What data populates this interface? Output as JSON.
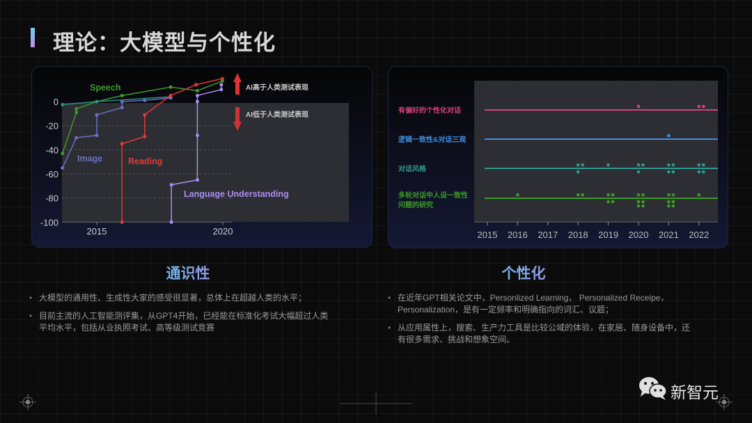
{
  "title": "理论：大模型与个性化",
  "left_chart": {
    "type": "line",
    "yticks": [
      "0",
      "-20",
      "-40",
      "-60",
      "-80",
      "-100"
    ],
    "ytick_values": [
      0,
      -20,
      -40,
      -60,
      -80,
      -100
    ],
    "xticks": [
      "2015",
      "2020"
    ],
    "xtick_values": [
      2015,
      2020
    ],
    "xlim": [
      2013.64,
      2020.3
    ],
    "ylim": [
      -100,
      20
    ],
    "annotations": {
      "above": "AI高于人类测试表现",
      "below": "AI低于人类测试表现"
    },
    "series": [
      {
        "name": "Speech",
        "color": "#3f9a2a",
        "points": [
          [
            2013.64,
            -43
          ],
          [
            2014.19,
            -9
          ],
          [
            2014.19,
            -6
          ],
          [
            2015,
            0
          ],
          [
            2016,
            5
          ],
          [
            2017.93,
            12
          ],
          [
            2018.99,
            9
          ],
          [
            2019.98,
            17
          ]
        ]
      },
      {
        "name": "",
        "color": "#2f8f86",
        "points": [
          [
            2013.64,
            -2.5
          ],
          [
            2015,
            0
          ],
          [
            2017.93,
            4
          ]
        ]
      },
      {
        "name": "Image",
        "color": "#6a70c4",
        "points": [
          [
            2013.64,
            -55
          ],
          [
            2014.19,
            -30
          ],
          [
            2015,
            -28
          ],
          [
            2015,
            -11
          ],
          [
            2016,
            -5
          ],
          [
            2016,
            0
          ],
          [
            2016.9,
            1
          ],
          [
            2017.93,
            3
          ]
        ]
      },
      {
        "name": "Reading",
        "color": "#e53935",
        "points": [
          [
            2016,
            -100
          ],
          [
            2016,
            -35
          ],
          [
            2016.9,
            -29
          ],
          [
            2016.9,
            -11
          ],
          [
            2017.93,
            5
          ],
          [
            2018.94,
            14
          ],
          [
            2019.98,
            19
          ]
        ]
      },
      {
        "name": "Language Understanding",
        "color": "#a98ef0",
        "points": [
          [
            2017.96,
            -100
          ],
          [
            2017.96,
            -69
          ],
          [
            2018.99,
            -65
          ],
          [
            2018.99,
            -28
          ],
          [
            2018.99,
            0
          ],
          [
            2018.99,
            5
          ],
          [
            2019.94,
            10
          ],
          [
            2019.94,
            14
          ]
        ]
      }
    ]
  },
  "right_chart": {
    "type": "scatter",
    "xticks": [
      "2015",
      "2016",
      "2017",
      "2018",
      "2019",
      "2020",
      "2021",
      "2022"
    ],
    "xtick_values": [
      2015,
      2016,
      2017,
      2018,
      2019,
      2020,
      2021,
      2022
    ],
    "rows": [
      {
        "label": "有偏好的个性化对话",
        "color": "#d6407e",
        "dots": [
          {
            "year": 2020,
            "count": 1
          },
          {
            "year": 2022,
            "count": 2
          }
        ]
      },
      {
        "label": "逻辑一致性&对话三观",
        "color": "#3d8fe0",
        "dots": [
          {
            "year": 2021,
            "count": 1
          }
        ]
      },
      {
        "label": "对话风格",
        "color": "#2f9a90",
        "dots": [
          {
            "year": 2018,
            "count": 3
          },
          {
            "year": 2019,
            "count": 1
          },
          {
            "year": 2020,
            "count": 3
          },
          {
            "year": 2021,
            "count": 4
          },
          {
            "year": 2022,
            "count": 4
          }
        ]
      },
      {
        "label": "多轮对话中人设一致性问题的研究",
        "color": "#3b9a25",
        "dots": [
          {
            "year": 2016,
            "count": 1
          },
          {
            "year": 2018,
            "count": 2
          },
          {
            "year": 2019,
            "count": 4
          },
          {
            "year": 2020,
            "count": 6
          },
          {
            "year": 2021,
            "count": 6
          },
          {
            "year": 2022,
            "count": 1
          }
        ]
      }
    ]
  },
  "sections": [
    {
      "heading": "通识性",
      "bullets": [
        "大模型的通用性、生成性大家的感受很显著，总体上在超越人类的水平；",
        "目前主流的人工智能测评集，从GPT4开始，已经能在标准化考试大幅超过人类平均水平，包括从业执照考试、高等级测试竞赛"
      ]
    },
    {
      "heading": "个性化",
      "bullets": [
        "在近年GPT相关论文中，Personlized Learning， Personalized Receipe，Personalization，是有一定频率和明确指向的词汇、议题；",
        "从应用属性上，搜索、生产力工具是比较公域的体验，在家居、随身设备中，还有很多需求、挑战和想象空间。"
      ]
    }
  ],
  "logo": {
    "text": "新智元",
    "icon": "wechat-icon"
  }
}
